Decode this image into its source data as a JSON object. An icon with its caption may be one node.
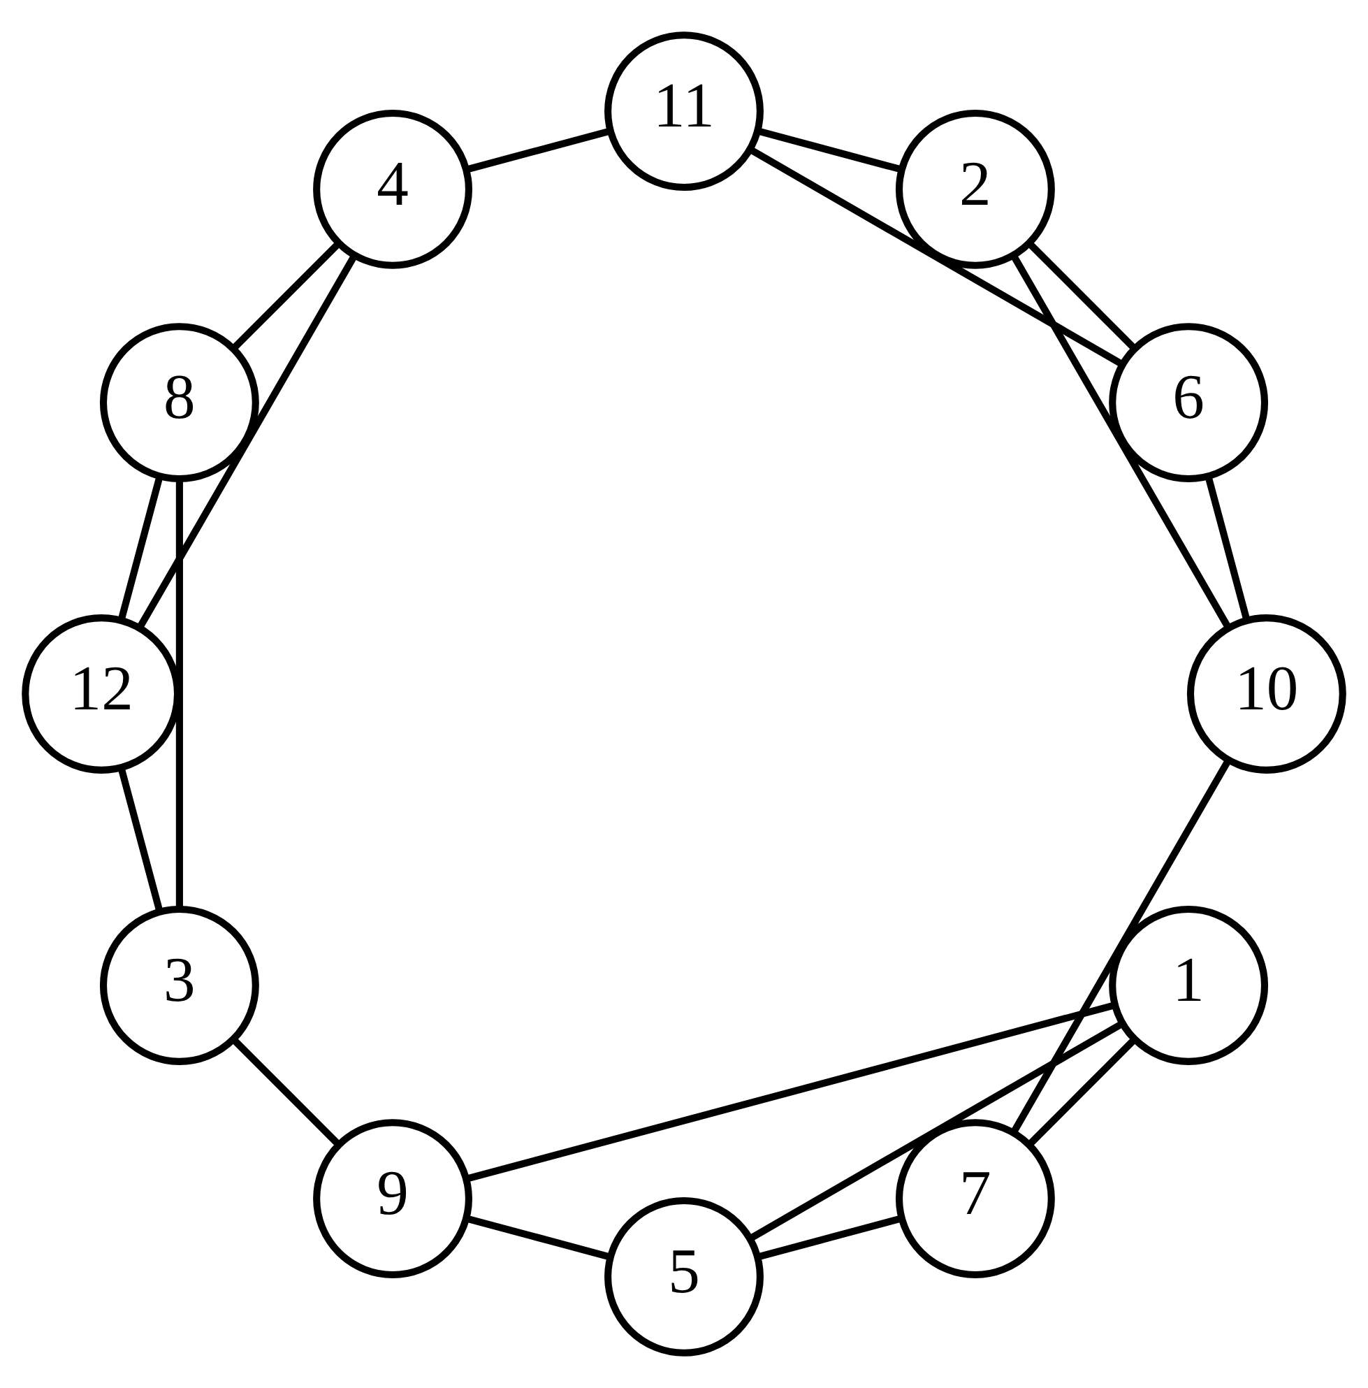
{
  "diagram": {
    "nodes": [
      {
        "text": [
          "1"
        ]
      },
      {
        "text": [
          "2"
        ]
      },
      {
        "text": [
          "3"
        ]
      },
      {
        "text": [
          "4"
        ]
      },
      {
        "text": [
          "5"
        ]
      },
      {
        "text": [
          "6"
        ]
      },
      {
        "text": [
          "7"
        ]
      },
      {
        "text": [
          "8"
        ]
      },
      {
        "text": [
          "9"
        ]
      },
      {
        "text": [
          "10"
        ]
      },
      {
        "text": [
          "11"
        ]
      },
      {
        "text": [
          "12"
        ]
      }
    ],
    "edges": [
      {
        "from": 0,
        "to": 6,
        "arrow": "none"
      },
      {
        "from": 0,
        "to": 8,
        "arrow": "none"
      },
      {
        "from": 0,
        "to": 4,
        "arrow": "none"
      },
      {
        "from": 11,
        "to": 7,
        "arrow": "none"
      },
      {
        "from": 11,
        "to": 2,
        "arrow": "none"
      },
      {
        "from": 11,
        "to": 3,
        "arrow": "none"
      },
      {
        "from": 1,
        "to": 10,
        "arrow": "none"
      },
      {
        "from": 1,
        "to": 9,
        "arrow": "none"
      },
      {
        "from": 1,
        "to": 5,
        "arrow": "none"
      },
      {
        "from": 10,
        "to": 3,
        "arrow": "none"
      },
      {
        "from": 10,
        "to": 5,
        "arrow": "none"
      },
      {
        "from": 2,
        "to": 8,
        "arrow": "none"
      },
      {
        "from": 2,
        "to": 7,
        "arrow": "none"
      },
      {
        "from": 3,
        "to": 7,
        "arrow": "none"
      },
      {
        "from": 9,
        "to": 5,
        "arrow": "none"
      },
      {
        "from": 9,
        "to": 6,
        "arrow": "none"
      },
      {
        "from": 8,
        "to": 4,
        "arrow": "none"
      },
      {
        "from": 4,
        "to": 6,
        "arrow": "none"
      }
    ]
  }
}
